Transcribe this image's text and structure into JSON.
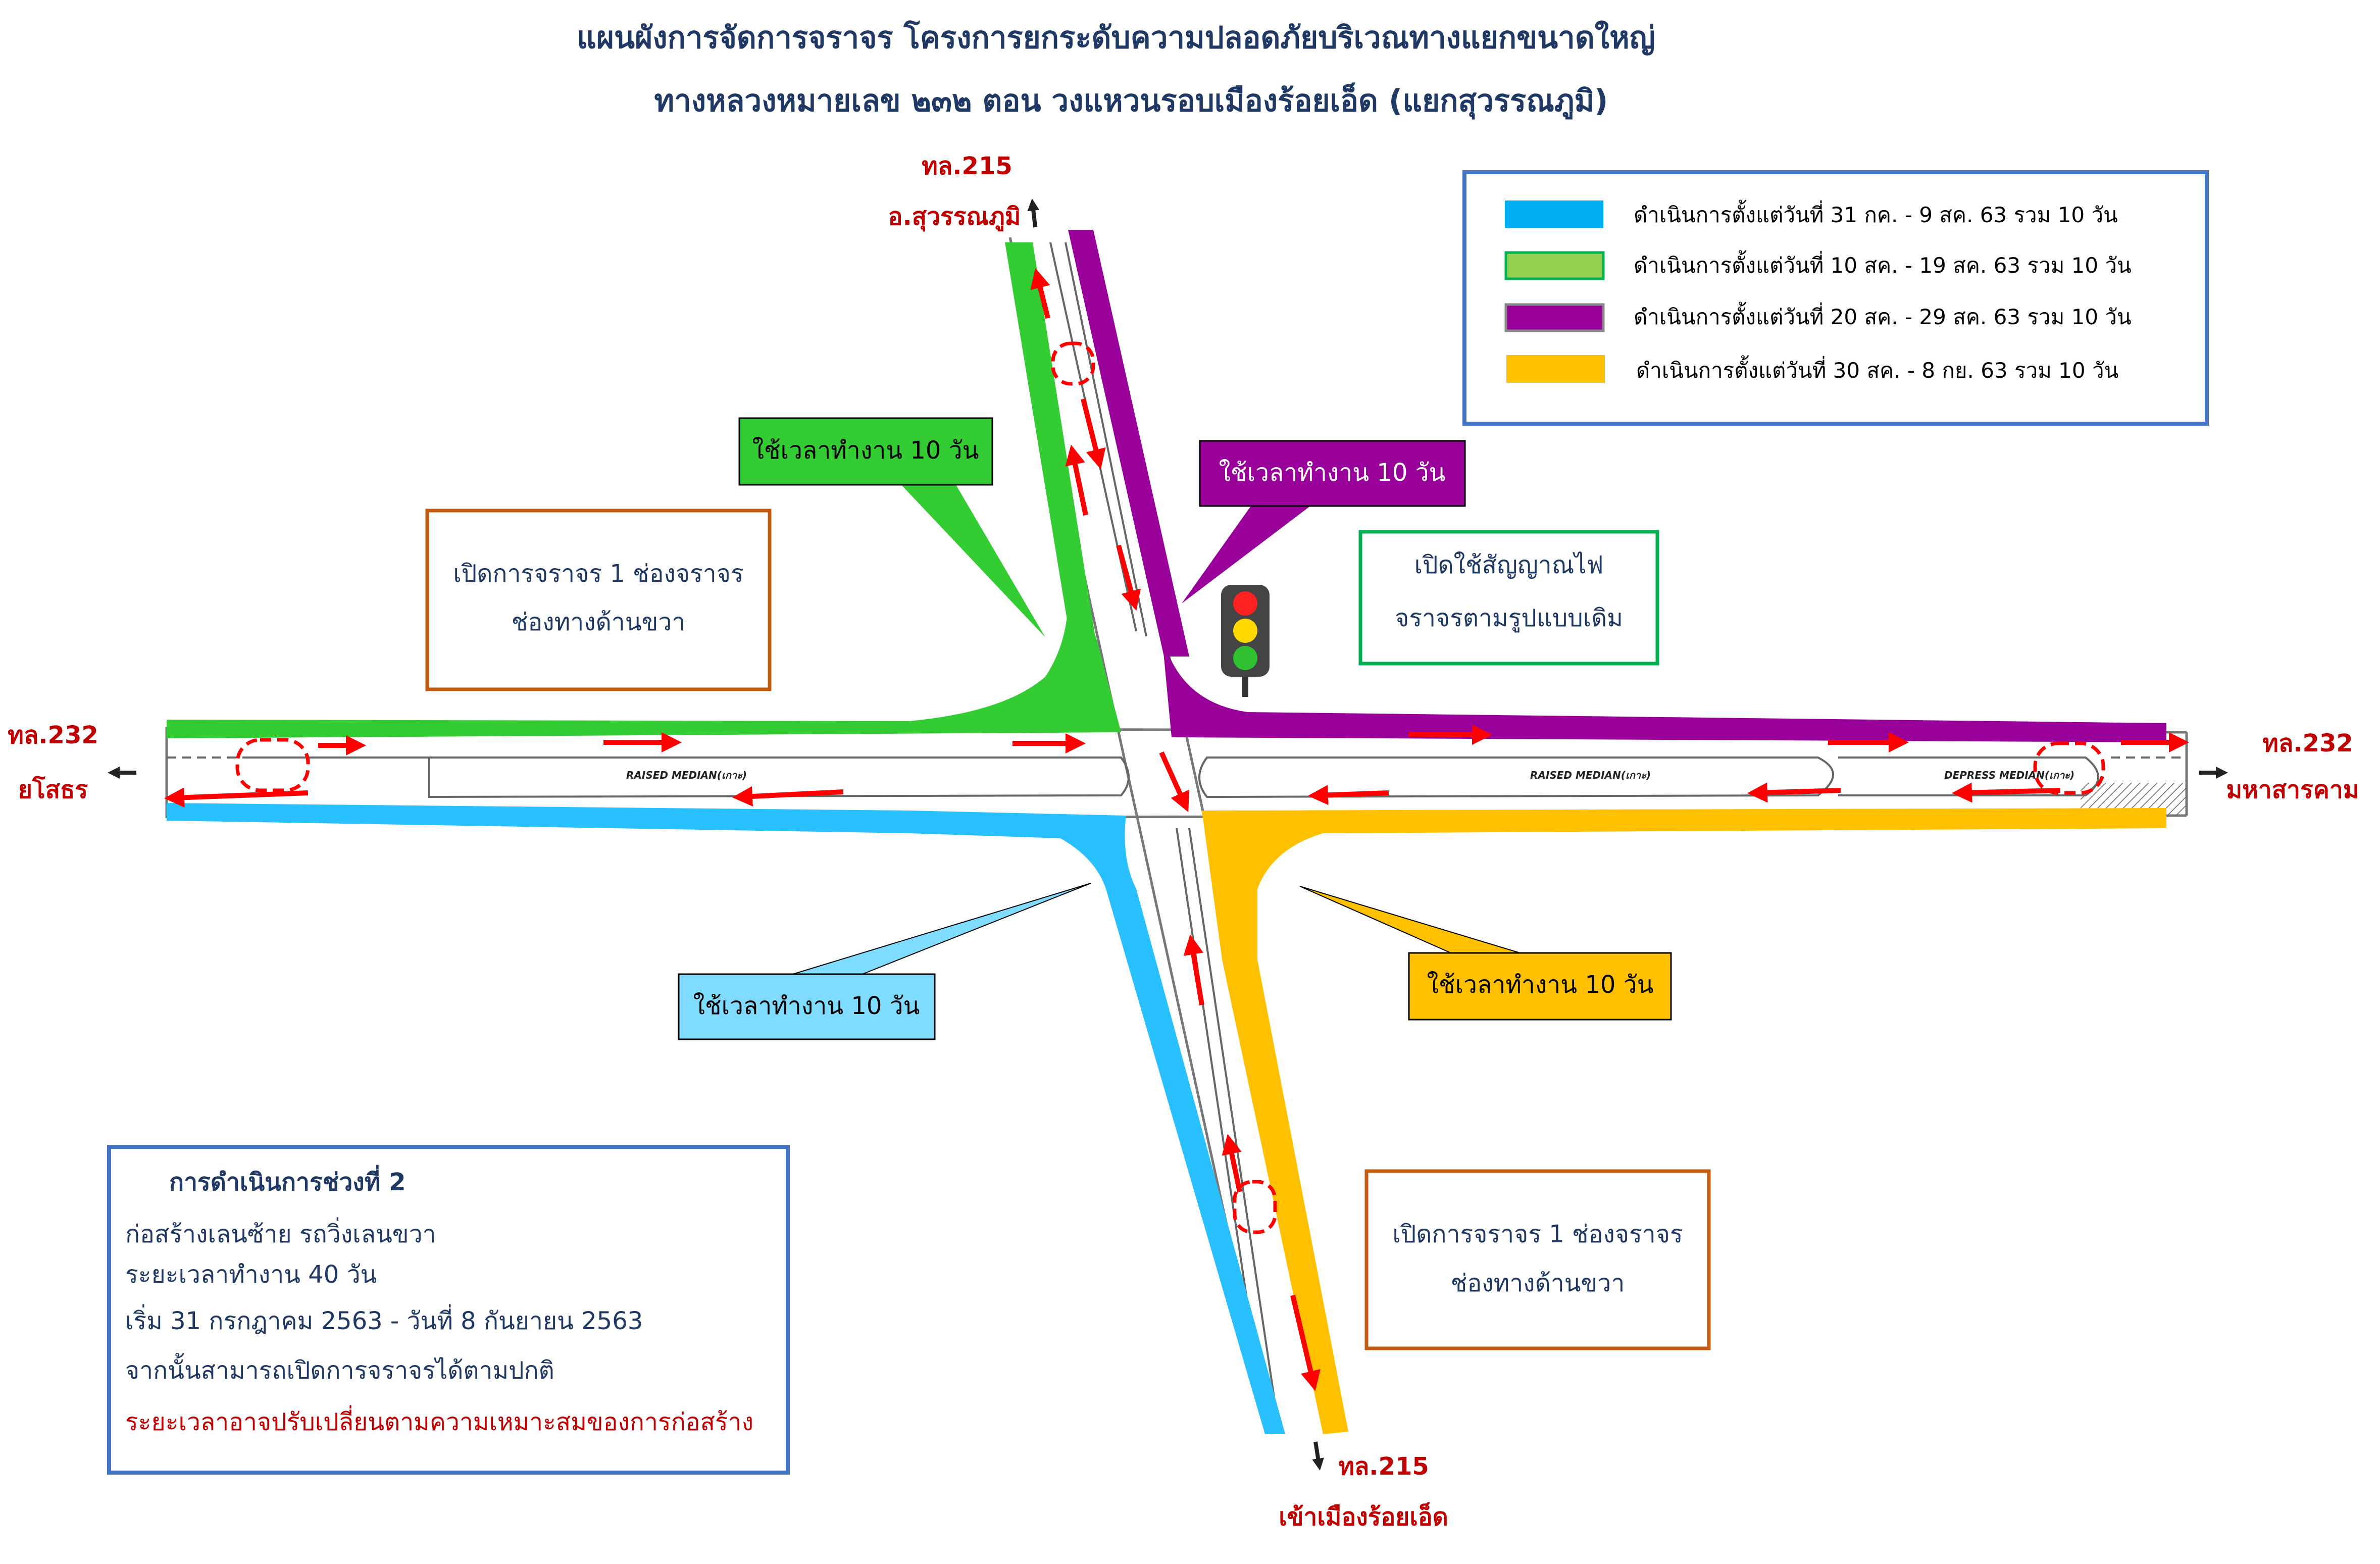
{
  "title": {
    "line1": "แผนผังการจัดการจราจร โครงการยกระดับความปลอดภัยบริเวณทางแยกขนาดใหญ่",
    "line2": "ทางหลวงหมายเลข ๒๓๒  ตอน วงแหวนรอบเมืองร้อยเอ็ด (แยกสุวรรณภูมิ)"
  },
  "routes": {
    "north": {
      "number": "ทล.215",
      "destination": "อ.สุวรรณภูมิ"
    },
    "south": {
      "number": "ทล.215",
      "destination": "เข้าเมืองร้อยเอ็ด"
    },
    "west": {
      "number": "ทล.232",
      "destination": "ยโสธร"
    },
    "east": {
      "number": "ทล.232",
      "destination": "มหาสารคาม"
    }
  },
  "legend": {
    "items": [
      {
        "label": "ดำเนินการตั้งแต่วันที่ 31 กค. - 9 สค. 63 รวม 10 วัน",
        "color": "#00b0f0"
      },
      {
        "label": "ดำเนินการตั้งแต่วันที่ 10 สค. - 19 สค. 63 รวม 10 วัน",
        "color": "#92d050"
      },
      {
        "label": "ดำเนินการตั้งแต่วันที่ 20 สค. - 29 สค. 63 รวม 10 วัน",
        "color": "#990099"
      },
      {
        "label": "ดำเนินการตั้งแต่วันที่ 30 สค. - 8 กย. 63 รวม 10 วัน",
        "color": "#ffc000"
      }
    ]
  },
  "callouts": {
    "green": {
      "text": "ใช้เวลาทำงาน 10 วัน",
      "color": "#33cc33"
    },
    "purple": {
      "text": "ใช้เวลาทำงาน 10 วัน",
      "color": "#990099"
    },
    "blue": {
      "text": "ใช้เวลาทำงาน 10 วัน",
      "color": "#7fdcff"
    },
    "yellow": {
      "text": "ใช้เวลาทำงาน 10 วัน",
      "color": "#ffc000"
    }
  },
  "notes": {
    "left": {
      "line1": "เปิดการจราจร 1 ช่องจราจร",
      "line2": "ช่องทางด้านขวา"
    },
    "signal": {
      "line1": "เปิดใช้สัญญาณไฟ",
      "line2": "จราจรตามรูปแบบเดิม"
    },
    "right": {
      "line1": "เปิดการจราจร 1 ช่องจราจร",
      "line2": "ช่องทางด้านขวา"
    }
  },
  "info": {
    "heading": "การดำเนินการช่วงที่ 2",
    "lines": [
      "ก่อสร้างเลนซ้าย  รถวิ่งเลนขวา",
      "ระยะเวลาทำงาน 40 วัน",
      "เริ่ม 31 กรกฎาคม 2563 - วันที่ 8 กันยายน 2563",
      "จากนั้นสามารถเปิดการจราจรได้ตามปกติ"
    ],
    "warning": "ระยะเวลาอาจปรับเปลี่ยนตามความเหมาะสมของการก่อสร้าง"
  },
  "medians": {
    "west": "RAISED MEDIAN(เกาะ)",
    "east": "RAISED MEDIAN(เกาะ)",
    "east_depressed": "DEPRESS MEDIAN(เกาะ)"
  },
  "colors": {
    "red": "#c00000",
    "arrow": "#ff0000",
    "box_blue": "#4472c4",
    "box_orange": "#c55a11",
    "box_green": "#00b050"
  }
}
